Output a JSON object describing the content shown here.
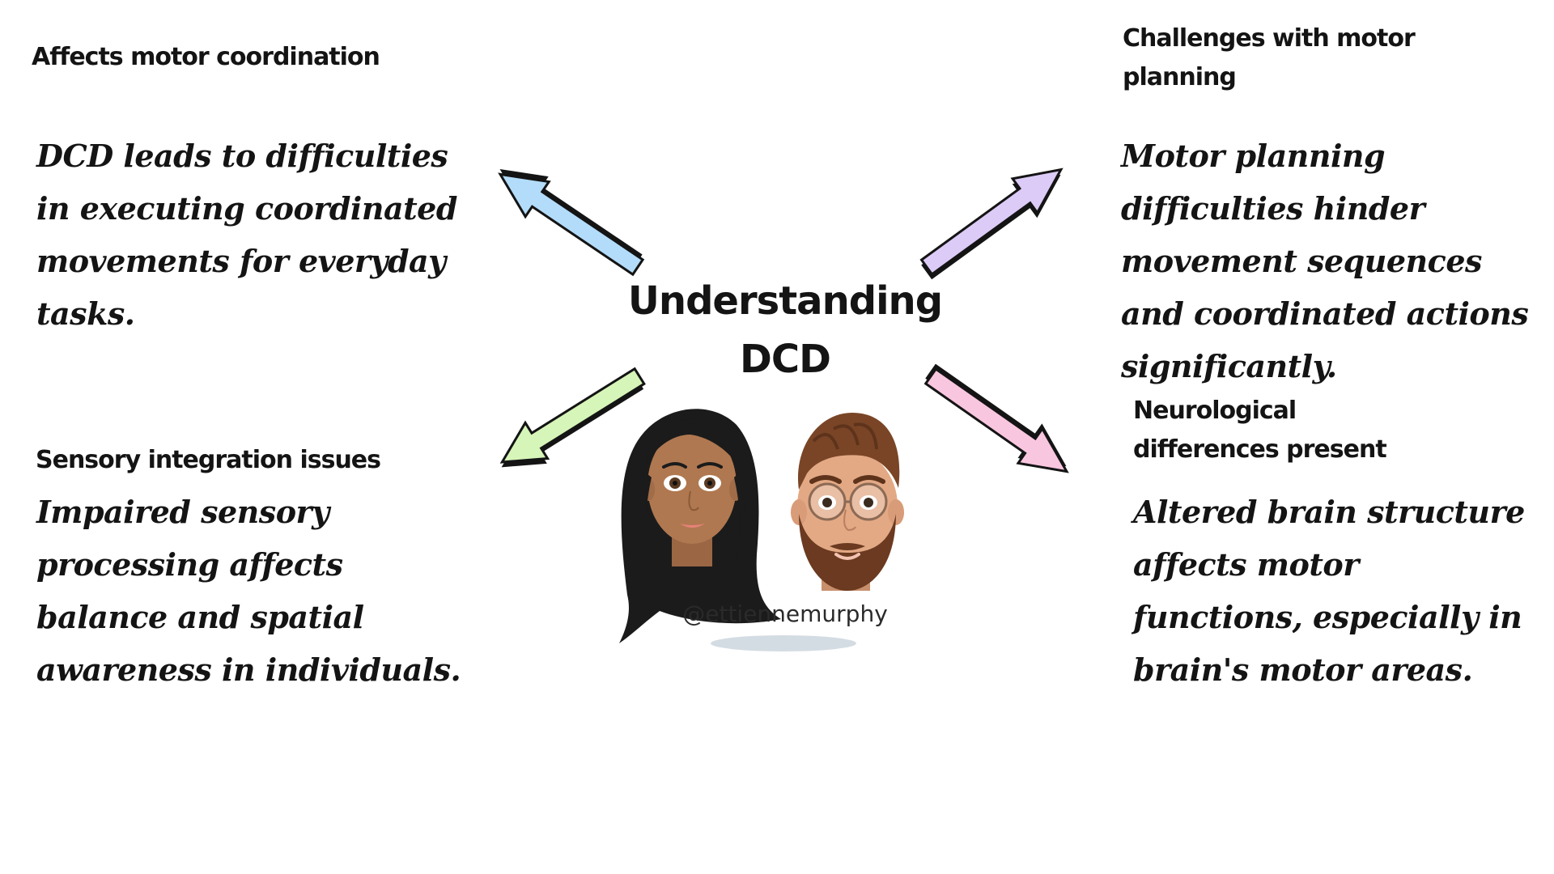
{
  "center": {
    "title": "Understanding DCD"
  },
  "nodes": {
    "nw": {
      "heading": "Affects motor coordination",
      "body": "DCD leads to difficulties in executing coordinated movements for everyday tasks.",
      "arrow_color": "#b3dcfa"
    },
    "ne": {
      "heading": "Challenges with motor planning",
      "body": "Motor planning difficulties hinder movement sequences and coordinated actions significantly.",
      "arrow_color": "#dccbf7"
    },
    "sw": {
      "heading": "Sensory integration issues",
      "body": "Impaired sensory processing affects balance and spatial awareness in individuals.",
      "arrow_color": "#d6f5b8"
    },
    "se": {
      "heading": "Neurological differences present",
      "body": "Altered brain structure affects motor functions, especially in brain's motor areas.",
      "arrow_color": "#f9c6df"
    }
  },
  "watermark": "@ettiennemurphy",
  "avatars": [
    "woman-avatar-icon",
    "man-avatar-icon"
  ]
}
